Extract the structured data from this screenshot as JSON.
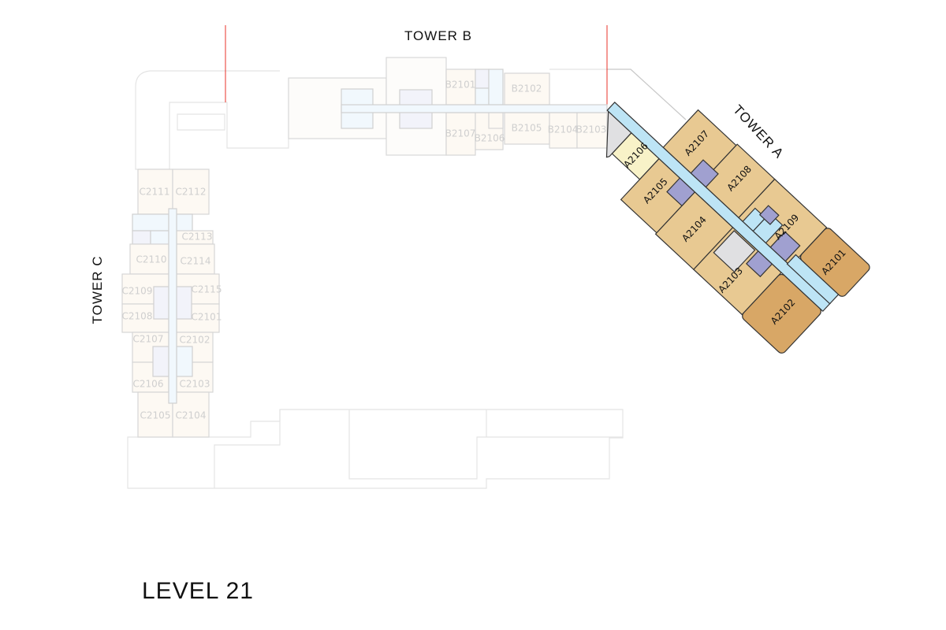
{
  "level_label": "LEVEL 21",
  "colors": {
    "tan": "#e8c992",
    "dark_tan": "#d8a766",
    "yellow": "#f8f2c8",
    "purple": "#a0a0d0",
    "corridor": "#bde4f5",
    "gray": "#e0e0e2",
    "divider": "#e8332a"
  },
  "tower_a": {
    "label": "TOWER A",
    "units": {
      "a2101": "A2101",
      "a2102": "A2102",
      "a2103": "A2103",
      "a2104": "A2104",
      "a2105": "A2105",
      "a2106": "A2106",
      "a2107": "A2107",
      "a2108": "A2108",
      "a2109": "A2109"
    }
  },
  "tower_b": {
    "label": "TOWER B",
    "units": {
      "b2101": "B2101",
      "b2102": "B2102",
      "b2103": "B2103",
      "b2104": "B2104",
      "b2105": "B2105",
      "b2106": "B2106",
      "b2107": "B2107"
    }
  },
  "tower_c": {
    "label": "TOWER C",
    "units": {
      "c2101": "C2101",
      "c2102": "C2102",
      "c2103": "C2103",
      "c2104": "C2104",
      "c2105": "C2105",
      "c2106": "C2106",
      "c2107": "C2107",
      "c2108": "C2108",
      "c2109": "C2109",
      "c2110": "C2110",
      "c2111": "C2111",
      "c2112": "C2112",
      "c2113": "C2113",
      "c2114": "C2114",
      "c2115": "C2115"
    }
  }
}
